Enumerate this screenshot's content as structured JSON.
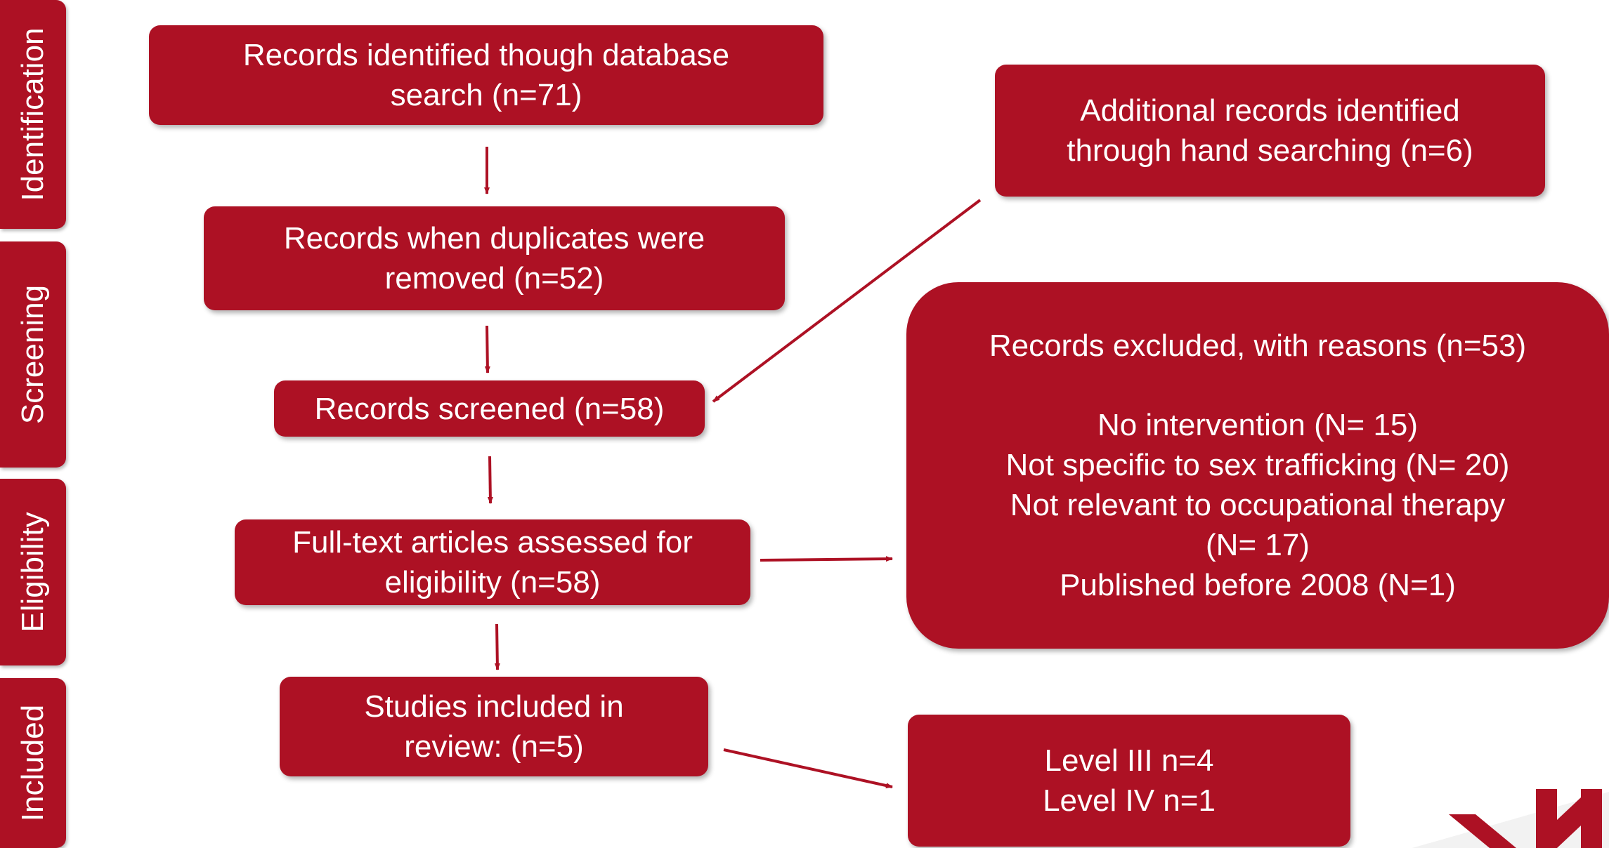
{
  "colors": {
    "box_fill": "#ad1124",
    "text": "#ffffff",
    "arrow": "#ad1124",
    "background": "#ffffff"
  },
  "stages": {
    "identification": "Identification",
    "screening": "Screening",
    "eligibility": "Eligibility",
    "included": "Included"
  },
  "boxes": {
    "database_search": [
      "Records identified though database",
      "search (n=71)"
    ],
    "hand_search": [
      "Additional records identified",
      "through hand searching (n=6)"
    ],
    "duplicates_removed": [
      "Records when duplicates were",
      "removed (n=52)"
    ],
    "screened": [
      "Records screened (n=58)"
    ],
    "full_text": [
      "Full-text articles assessed for",
      "eligibility (n=58)"
    ],
    "included": [
      "Studies included in",
      "review: (n=5)"
    ],
    "excluded": {
      "title": "Records excluded, with reasons (n=53)",
      "reasons": [
        "No intervention (N= 15)",
        "Not specific to sex trafficking (N= 20)",
        "Not relevant to occupational therapy",
        "(N= 17)",
        "Published before 2008 (N=1)"
      ]
    },
    "levels": [
      "Level III n=4",
      "Level IV n=1"
    ]
  },
  "icons": {
    "logo": "university-n-logo-icon"
  }
}
